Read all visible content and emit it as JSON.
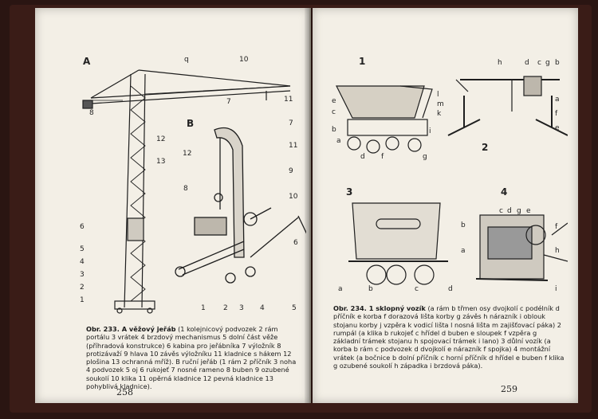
{
  "left_page": {
    "figure_letters": {
      "a": "A",
      "b": "B"
    },
    "crane_a_labels": [
      "q",
      "10",
      "8",
      "7",
      "11",
      "12",
      "13",
      "6",
      "5",
      "4",
      "3",
      "2",
      "1"
    ],
    "crane_b_labels": [
      "7",
      "12",
      "11",
      "9",
      "10",
      "8",
      "6",
      "1",
      "2",
      "3",
      "4",
      "5"
    ],
    "caption": {
      "title": "Obr. 233. A věžový jeřáb",
      "text": "(1 kolejnicový podvozek 2 rám portálu 3 vrátek 4 brzdový mechanismus 5 dolní část věže (příhradová konstrukce) 6 kabina pro jeřábníka 7 výložník 8 protizávaží 9 hlava 10 závěs výložníku 11 kladnice s hákem 12 plošina 13 ochranná mříž). B ruční jeřáb (1 rám 2 příčník 3 noha 4 podvozek 5 oj 6 rukojeť 7 nosné rameno 8 buben 9 ozubené soukolí 10 klika 11 opěrná kladnice 12 pevná kladnice 13 pohyblivá kladnice)."
    },
    "page_number": "258"
  },
  "right_page": {
    "figure_numbers": {
      "f1": "1",
      "f2": "2",
      "f3": "3",
      "f4": "4"
    },
    "fig1_labels": [
      "l",
      "m",
      "k",
      "e",
      "c",
      "b",
      "a",
      "d",
      "f",
      "g",
      "i"
    ],
    "fig2_labels": [
      "h",
      "d",
      "c",
      "g",
      "b",
      "a",
      "f",
      "e"
    ],
    "fig3_labels": [
      "a",
      "b",
      "c",
      "d"
    ],
    "fig4_labels": [
      "c",
      "d",
      "g",
      "e",
      "b",
      "a",
      "f",
      "h",
      "i"
    ],
    "caption": {
      "title": "Obr. 234. 1 sklopný vozík",
      "text": "(a rám b třmen osy dvojkolí c podélník d příčník e korba f dorazová lišta korby g závěs h nárazník i oblouk stojanu korby j vzpěra k vodicí lišta l nosná lišta m zajišťovací páka) 2 rumpál (a klika b rukojeť c hřídel d buben e sloupek f vzpěra g základní trámek stojanu h spojovací trámek i lano) 3 důlní vozík (a korba b rám c podvozek d dvojkolí e nárazník f spojka) 4 montážní vrátek (a bočnice b dolní příčník c horní příčník d hřídel e buben f klika g ozubené soukolí h západka i brzdová páka)."
    },
    "page_number": "259"
  }
}
